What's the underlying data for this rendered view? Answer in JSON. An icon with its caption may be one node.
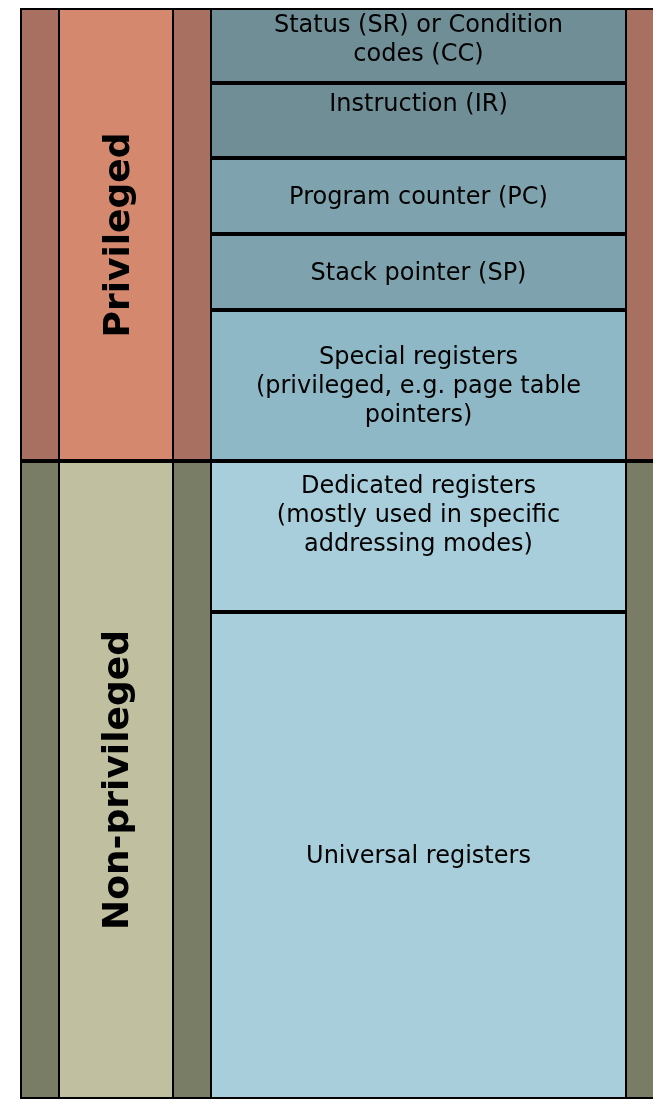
{
  "diagram": {
    "nodes": [
      {
        "text": [
          "Privileged"
        ]
      },
      {
        "text": [
          "Non-privileged"
        ]
      },
      {
        "text": [
          "Status (SR) or Condition codes (CC)"
        ]
      },
      {
        "text": [
          "Instruction (IR)"
        ]
      },
      {
        "text": [
          "Program counter (PC)"
        ]
      },
      {
        "text": [
          "Stack pointer (SP)"
        ]
      },
      {
        "text": [
          "Special registers (privileged, e.g. page table pointers)"
        ]
      },
      {
        "text": [
          "Dedicated registers (mostly used in specific addressing modes)"
        ]
      },
      {
        "text": [
          "Universal registers"
        ]
      }
    ],
    "edges": []
  }
}
